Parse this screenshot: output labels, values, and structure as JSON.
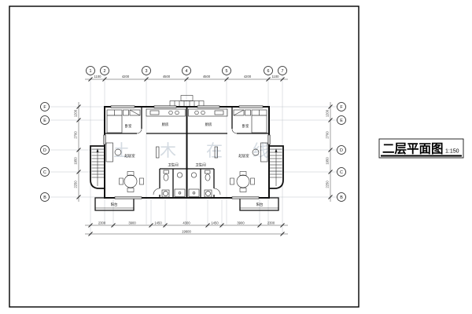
{
  "title": {
    "text": "二层平面图",
    "scale": "1:150"
  },
  "watermark": {
    "text": "土木在线"
  },
  "axes": {
    "top": [
      {
        "label": "1"
      },
      {
        "label": "2"
      },
      {
        "label": "3"
      },
      {
        "label": "4"
      },
      {
        "label": "5"
      },
      {
        "label": "6"
      },
      {
        "label": "7"
      }
    ],
    "left": [
      {
        "label": "F"
      },
      {
        "label": "E"
      },
      {
        "label": "D"
      },
      {
        "label": "C"
      },
      {
        "label": "B"
      }
    ],
    "right": [
      {
        "label": "F"
      },
      {
        "label": "E"
      },
      {
        "label": "D"
      },
      {
        "label": "C"
      },
      {
        "label": "B"
      }
    ]
  },
  "dimensions": {
    "top": [
      "1100",
      "4200",
      "4500",
      "4500",
      "4200",
      "1100"
    ],
    "bottom_segments": [
      "2300",
      "3900",
      "1450",
      "4300",
      "1450",
      "3900",
      "2300"
    ],
    "bottom_total": "19600",
    "left": [
      "1200",
      "2700",
      "1950",
      "2250"
    ],
    "right": [
      "1200",
      "2700",
      "1950",
      "2250"
    ]
  },
  "rooms": {
    "bedroom": "卧室",
    "kitchen": "厨房",
    "living": "起居室",
    "bath": "卫生间",
    "balcony": "阳台"
  }
}
